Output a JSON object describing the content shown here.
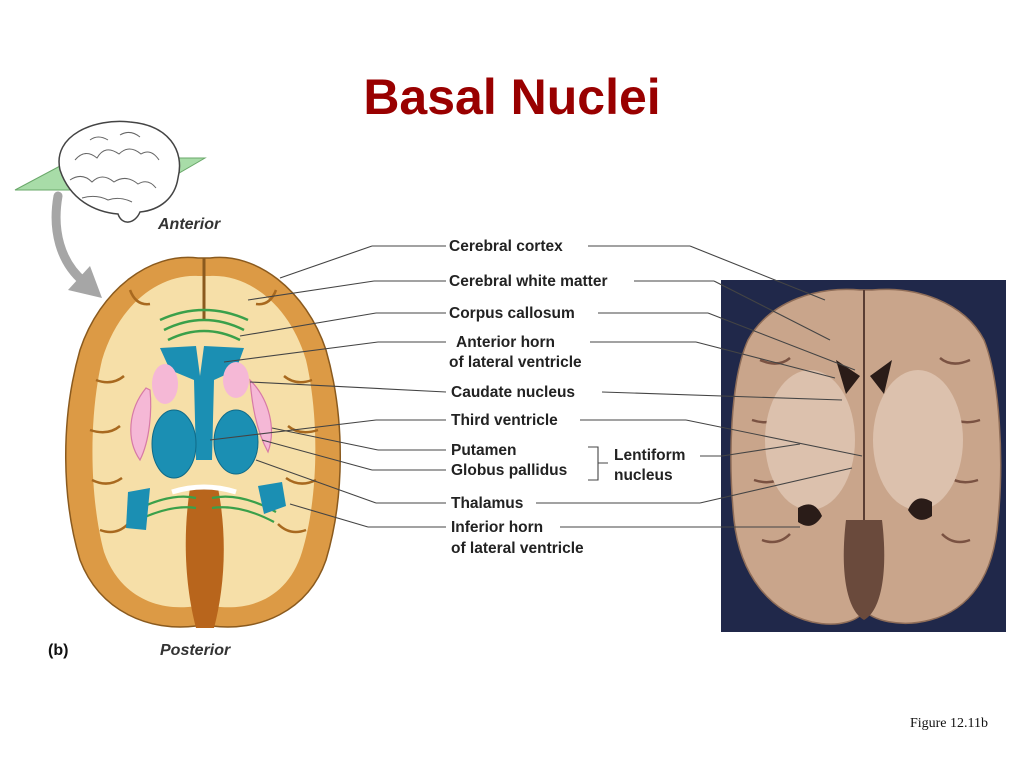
{
  "slide": {
    "title": "Basal Nuclei",
    "caption": "Figure 12.11b"
  },
  "diagram": {
    "orientation_top": "Anterior",
    "orientation_bottom": "Posterior",
    "panel_label": "(b)",
    "labels": [
      "Cerebral cortex",
      "Cerebral white matter",
      "Corpus callosum",
      "Anterior horn",
      "of lateral ventricle",
      "Caudate nucleus",
      "Third ventricle",
      "Putamen",
      "Globus pallidus",
      "Lentiform",
      "nucleus",
      "Thalamus",
      "Inferior horn",
      "of lateral ventricle"
    ]
  },
  "colors": {
    "title": "#990000",
    "ventricles": "#1b8fb3",
    "caudate": "#f5b8d6",
    "white_matter": "#f6dfa8",
    "cortex": "#dc9a45",
    "photo_bg": "#20284a"
  },
  "icons": [
    "brain-orientation-icon",
    "curved-arrow-icon"
  ]
}
